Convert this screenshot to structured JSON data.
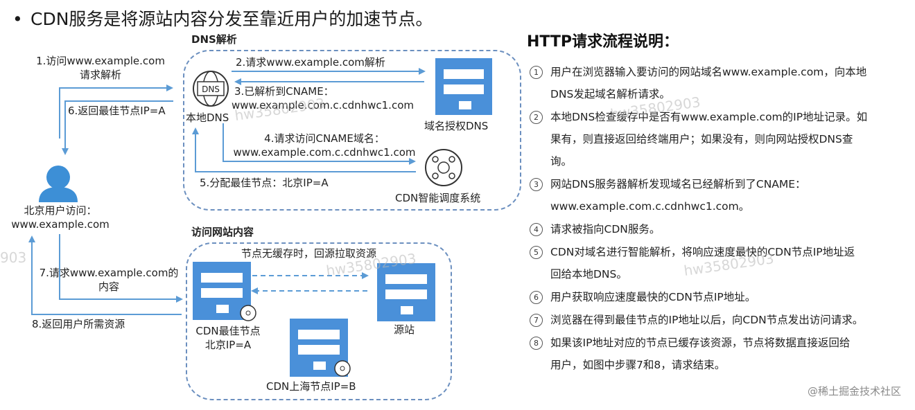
{
  "headline": "CDN服务是将源站内容分发至靠近用户的加速节点。",
  "bullet": "•",
  "dns_section": {
    "title": "DNS解析",
    "step1": [
      "1.访问www.example.com",
      "请求解析"
    ],
    "step2": "2.请求www.example.com解析",
    "step3": [
      "3.已解析到CNAME：",
      "www.example.com.c.cdnhwc1.com"
    ],
    "step4": [
      "4.请求访问CNAME域名：",
      "www.example.com.c.cdnhwc1.com"
    ],
    "step5": "5.分配最佳节点：北京IP=A",
    "step6": "6.返回最佳节点IP=A",
    "local_dns": "本地DNS",
    "local_dns_icon": "DNS",
    "auth_dns": "域名授权DNS",
    "cdn_scheduler": "CDN智能调度系统"
  },
  "user": [
    "北京用户访问：",
    "www.example.com"
  ],
  "visit_section": {
    "title": "访问网站内容",
    "step7": [
      "7.请求www.example.com的",
      "内容"
    ],
    "step8": "8.返回用户所需资源",
    "no_cache": "节点无缓存时，回源拉取资源",
    "cdn_best": [
      "CDN最佳节点",
      "北京IP=A"
    ],
    "origin": "源站",
    "cdn_shanghai": "CDN上海节点IP=B"
  },
  "right": {
    "title": "HTTP请求流程说明：",
    "steps": [
      {
        "num": "1",
        "lines": [
          "用户在浏览器输入要访问的网站域名www.example.com，向本地",
          "DNS发起域名解析请求。"
        ]
      },
      {
        "num": "2",
        "lines": [
          "本地DNS检查缓存中是否有www.example.com的IP地址记录。如",
          "果有，则直接返回给终端用户；如果没有，则向网站授权DNS查",
          "询。"
        ]
      },
      {
        "num": "3",
        "lines": [
          "网站DNS服务器解析发现域名已经解析到了CNAME：",
          "www.example.com.c.cdnhwc1.com。"
        ]
      },
      {
        "num": "4",
        "lines": [
          "请求被指向CDN服务。"
        ]
      },
      {
        "num": "5",
        "lines": [
          "CDN对域名进行智能解析，将响应速度最快的CDN节点IP地址返",
          "回给本地DNS。"
        ]
      },
      {
        "num": "6",
        "lines": [
          "用户获取响应速度最快的CDN节点IP地址。"
        ]
      },
      {
        "num": "7",
        "lines": [
          "浏览器在得到最佳节点的IP地址以后，向CDN节点发出访问请求。"
        ]
      },
      {
        "num": "8",
        "lines": [
          "如果该IP地址对应的节点已缓存该资源，节点将数据直接返回给",
          "用户，如图中步骤7和8，请求结束。"
        ]
      }
    ]
  },
  "footer": "@稀土掘金技术社区",
  "watermarks": [
    "hw35802903",
    "hw35802903",
    "hw35802903",
    "hw35802903",
    "903"
  ],
  "colors": {
    "accent": "#3d8fd6",
    "box_border": "#6b8fbf",
    "arrow": "#5b9bd5"
  }
}
